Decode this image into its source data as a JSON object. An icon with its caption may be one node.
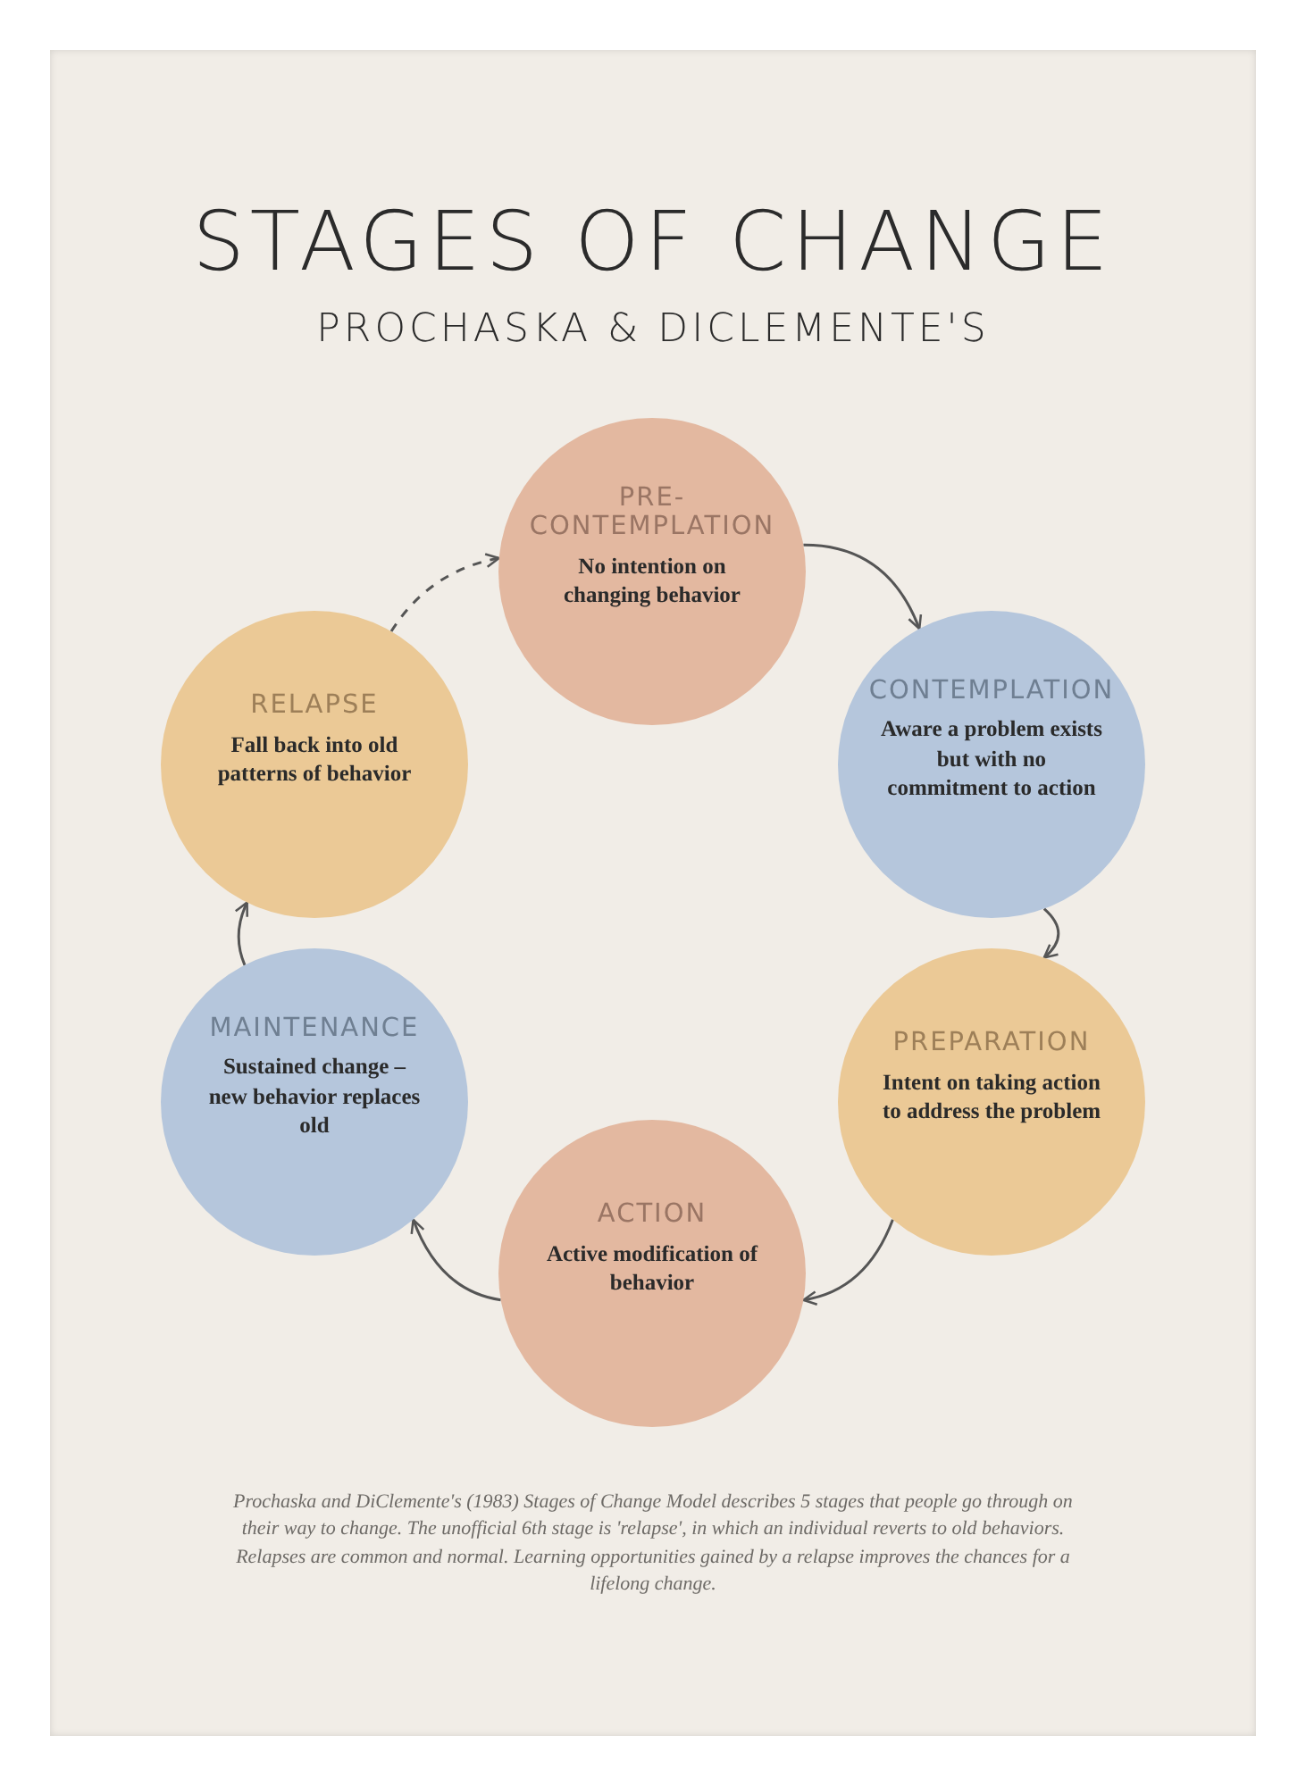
{
  "diagram": {
    "title": "STAGES OF CHANGE",
    "caption": "Prochaska and DiClemente's (1983) Stages of Change Model describes 5 stages that people go through on their way to change. The unofficial 6th stage is 'relapse', in which an individual reverts to old behaviors. Relapses are common and normal. Learning opportunities gained by a relapse improves the chances for a lifelong change.",
    "nodes": [
      {
        "text": [
          "PRE-CONTEMPLATION",
          "No intention on changing behavior"
        ]
      },
      {
        "text": [
          "CONTEMPLATION",
          "Aware a problem exists but with no commitment to action"
        ]
      },
      {
        "text": [
          "PREPARATION",
          "Intent on taking action to address the problem"
        ]
      },
      {
        "text": [
          "ACTION",
          "Active modification of behavior"
        ]
      },
      {
        "text": [
          "MAINTENANCE",
          "Sustained change – new behavior replaces old"
        ]
      },
      {
        "text": [
          "RELAPSE",
          "Fall back into old patterns of behavior"
        ]
      }
    ],
    "edges": [
      {
        "from": 0,
        "to": 1,
        "arrow": "to"
      },
      {
        "from": 1,
        "to": 2,
        "arrow": "to"
      },
      {
        "from": 2,
        "to": 3,
        "arrow": "to"
      },
      {
        "from": 3,
        "to": 4,
        "arrow": "to"
      },
      {
        "from": 4,
        "to": 5,
        "arrow": "to"
      },
      {
        "from": 5,
        "to": 0,
        "arrow": "to",
        "style": "dashed"
      }
    ],
    "labels": [
      "PROCHASKA & DICLEMENTE'S"
    ]
  }
}
